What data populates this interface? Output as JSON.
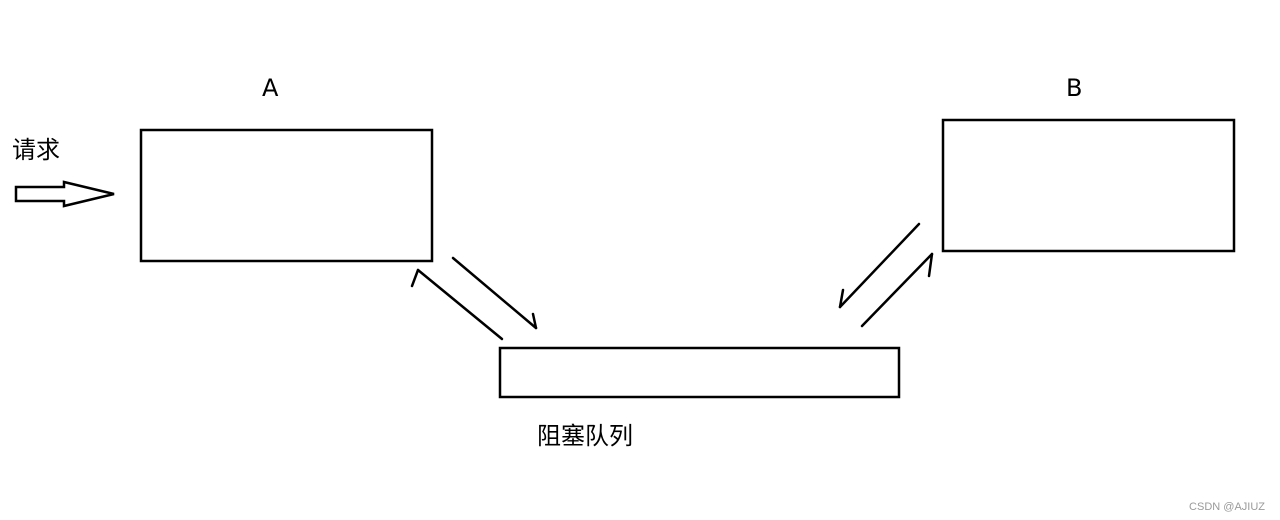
{
  "diagram": {
    "labels": {
      "request": "请求",
      "box_a": "A",
      "box_b": "B",
      "queue": "阻塞队列"
    },
    "colors": {
      "stroke": "#000000",
      "background": "#ffffff",
      "watermark": "#9a9a9a"
    }
  },
  "watermark": {
    "text": "CSDN @AJIUZ"
  }
}
